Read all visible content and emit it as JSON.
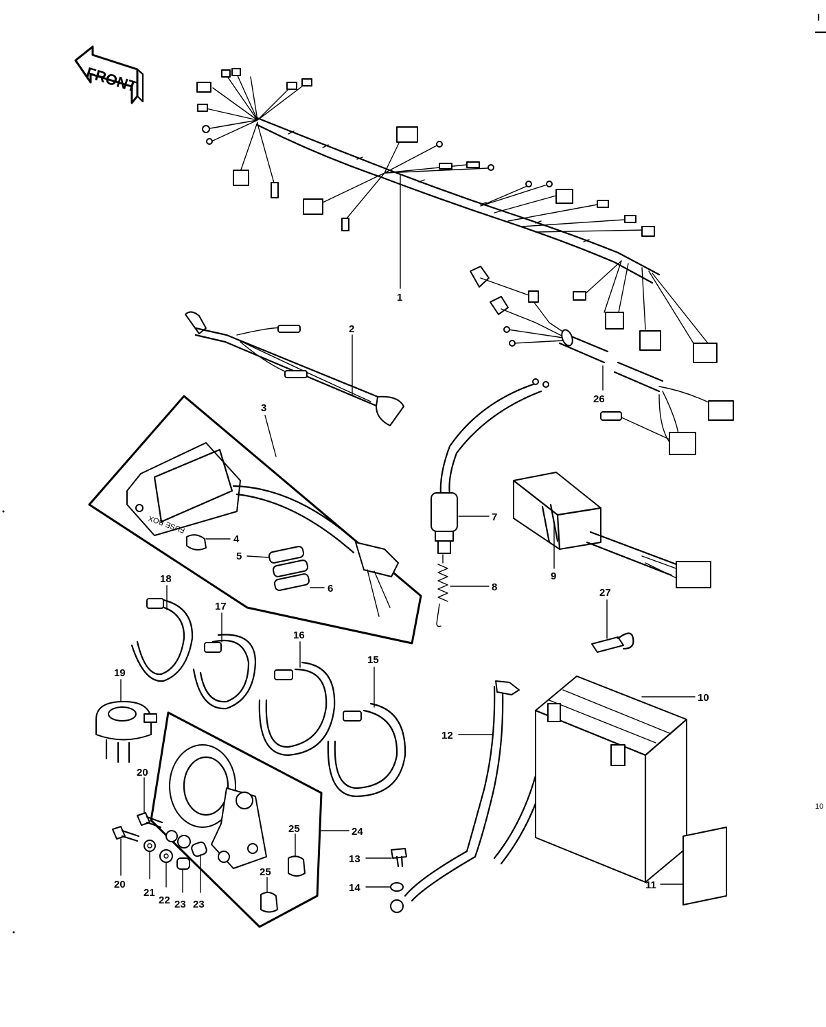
{
  "front_arrow": {
    "label": "FRONT"
  },
  "fuse_box_text": "FUSE BOX",
  "edge_marks": {
    "top_right": "I",
    "right_middle": "10"
  },
  "callouts": {
    "c1": "1",
    "c2": "2",
    "c3": "3",
    "c4": "4",
    "c5": "5",
    "c6": "6",
    "c7": "7",
    "c8": "8",
    "c9": "9",
    "c10": "10",
    "c11": "11",
    "c12": "12",
    "c13": "13",
    "c14": "14",
    "c15": "15",
    "c16": "16",
    "c17": "17",
    "c18": "18",
    "c19": "19",
    "c20a": "20",
    "c20b": "20",
    "c21": "21",
    "c22": "22",
    "c23a": "23",
    "c23b": "23",
    "c24": "24",
    "c25a": "25",
    "c25b": "25",
    "c26": "26",
    "c27": "27"
  }
}
